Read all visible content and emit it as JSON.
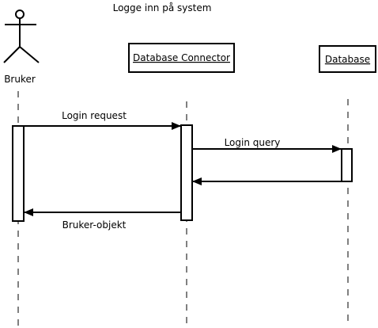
{
  "title": "Logge inn på system",
  "actor": {
    "name": "Bruker"
  },
  "objects": {
    "connector": "Database Connector",
    "database": "Database"
  },
  "messages": {
    "login_request": "Login request",
    "login_query": "Login query",
    "bruker_objekt": "Bruker-objekt"
  }
}
